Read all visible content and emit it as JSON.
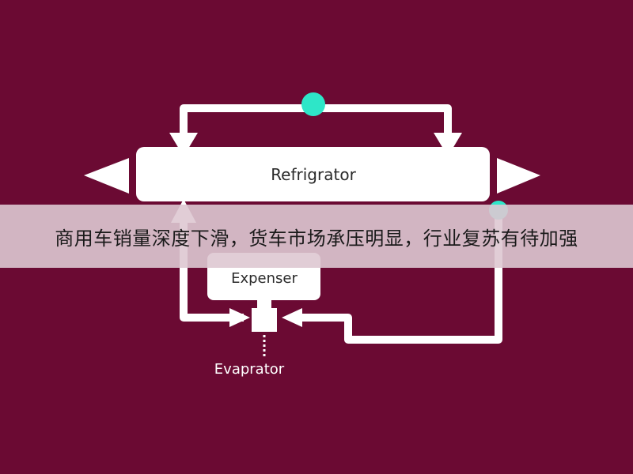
{
  "colors": {
    "background": "#6b0a33",
    "line": "#ffffff",
    "node": "#2ee6c8",
    "banner": "#dec8d2"
  },
  "diagram": {
    "refrigerator_label": "Refrigrator",
    "expenser_label": "Expenser",
    "evaporator_label": "Evaprator"
  },
  "banner": {
    "text": "商用车销量深度下滑，货车市场承压明显，行业复苏有待加强"
  }
}
